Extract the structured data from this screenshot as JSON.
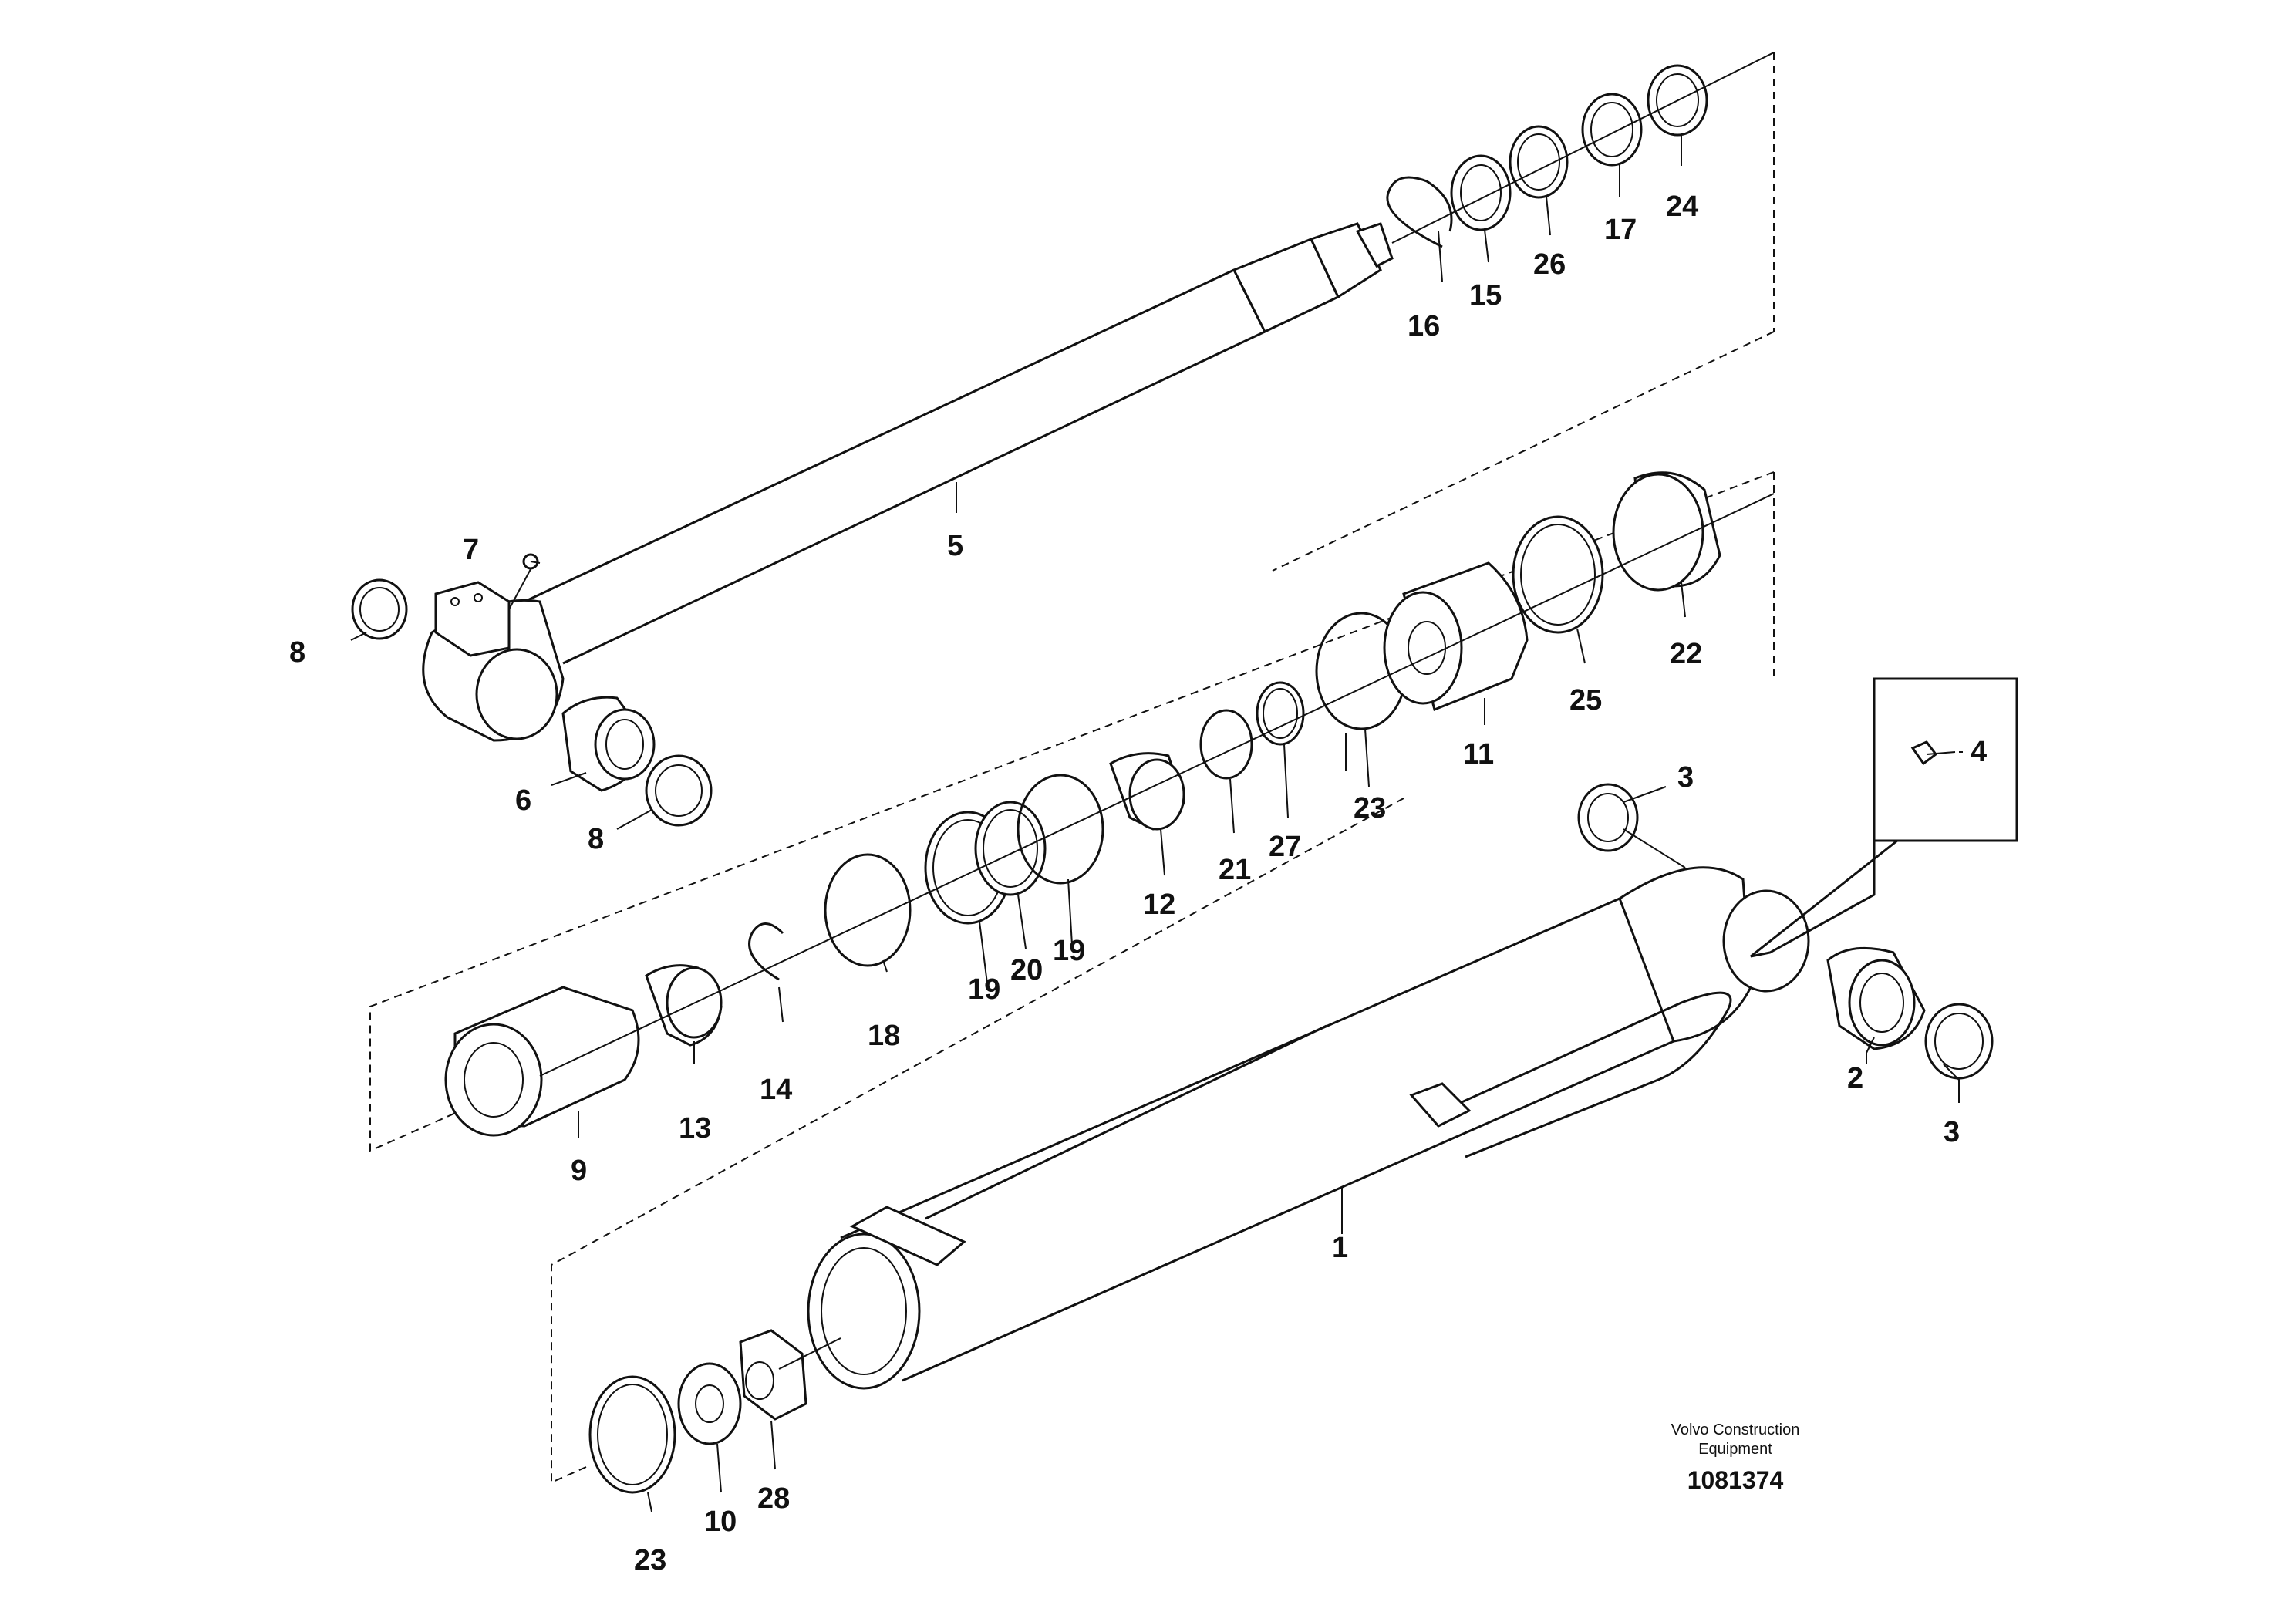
{
  "diagram": {
    "part_labels": {
      "n1": "1",
      "n2": "2",
      "n3a": "3",
      "n3b": "3",
      "n4": "4",
      "n5": "5",
      "n6": "6",
      "n7": "7",
      "n8a": "8",
      "n8b": "8",
      "n9": "9",
      "n10": "10",
      "n11": "11",
      "n12": "12",
      "n13": "13",
      "n14": "14",
      "n15": "15",
      "n16": "16",
      "n17": "17",
      "n18": "18",
      "n19a": "19",
      "n19b": "19",
      "n20": "20",
      "n21": "21",
      "n22": "22",
      "n23a": "23",
      "n23b": "23",
      "n24": "24",
      "n25": "25",
      "n26": "26",
      "n27": "27",
      "n28": "28"
    },
    "footer": {
      "brand_line1": "Volvo Construction",
      "brand_line2": "Equipment",
      "doc_number": "1081374"
    }
  }
}
